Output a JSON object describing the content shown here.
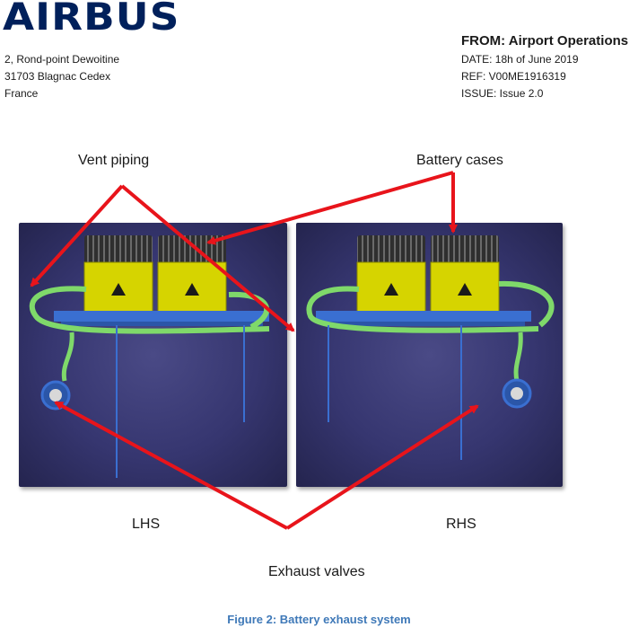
{
  "header": {
    "logo": "AIRBUS",
    "address_lines": [
      "2, Rond-point Dewoitine",
      "31703 Blagnac Cedex",
      "France"
    ],
    "from": "FROM: Airport Operations",
    "date": "DATE: 18h of June 2019",
    "ref": "REF: V00ME1916319",
    "issue": "ISSUE: Issue 2.0"
  },
  "figure": {
    "labels": {
      "vent_piping": "Vent piping",
      "battery_cases": "Battery cases",
      "lhs": "LHS",
      "rhs": "RHS",
      "exhaust_valves": "Exhaust valves"
    },
    "caption": "Figure 2: Battery exhaust system",
    "arrow_color": "#e8141b",
    "panel_color": "#363670",
    "battery_color": "#d6d400",
    "pipe_color": "#7fd96a",
    "frame_color": "#3a6fd1"
  }
}
